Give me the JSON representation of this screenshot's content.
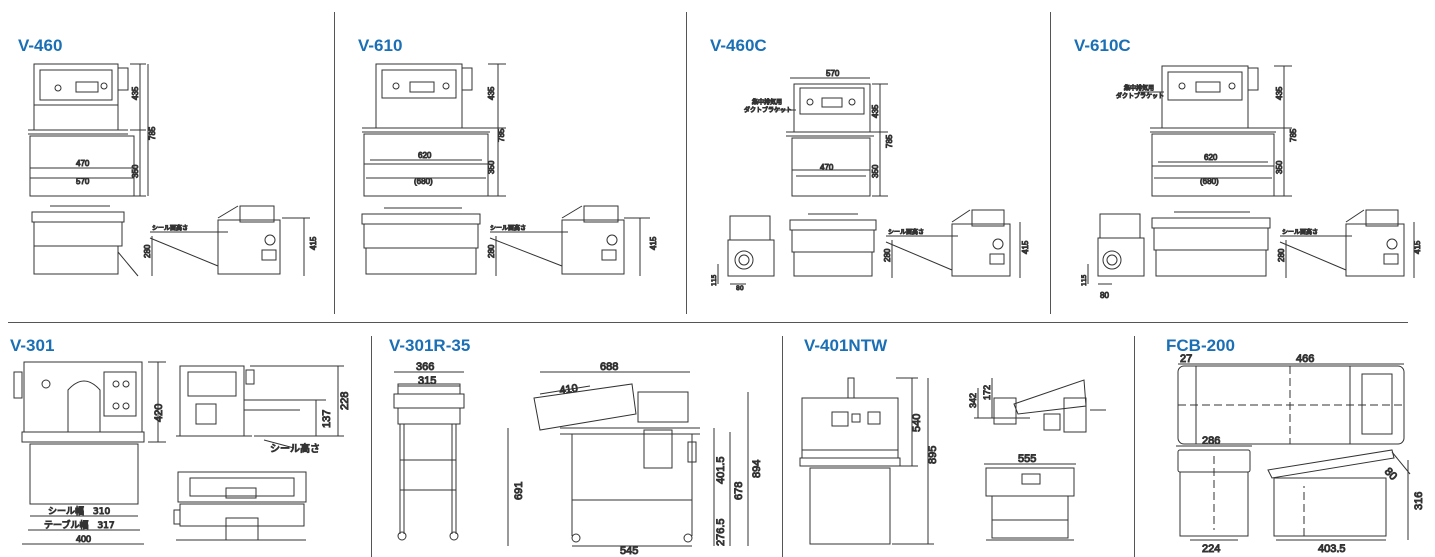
{
  "colors": {
    "title": "#1a6fb5",
    "line": "#333333"
  },
  "models": {
    "v460": {
      "name": "V-460",
      "d435": "435",
      "d785": "785",
      "d350": "350",
      "d470": "470",
      "d570": "570",
      "seal_label": "シール面高さ",
      "d280": "280",
      "d415": "415"
    },
    "v610": {
      "name": "V-610",
      "d435": "435",
      "d785": "785",
      "d350": "350",
      "d620": "620",
      "d680": "(680)",
      "seal_label": "シール面高さ",
      "d280": "280",
      "d415": "415"
    },
    "v460c": {
      "name": "V-460C",
      "d570": "570",
      "duct_label_1": "集中排気用",
      "duct_label_2": "ダクトブラケット",
      "d435": "435",
      "d785": "785",
      "d350": "350",
      "d470": "470",
      "d115": "115",
      "d80": "80",
      "seal_label": "シール面高さ",
      "d280": "280",
      "d415": "415"
    },
    "v610c": {
      "name": "V-610C",
      "duct_label_1": "集中排気用",
      "duct_label_2": "ダクトブラケット",
      "d435": "435",
      "d785": "785",
      "d350": "350",
      "d620": "620",
      "d680": "(680)",
      "d115": "115",
      "d80": "80",
      "seal_label": "シール面高さ",
      "d280": "280",
      "d415": "415"
    },
    "v301": {
      "name": "V-301",
      "d420": "420",
      "seal_width": "シール幅　310",
      "table_width": "テーブル幅　317",
      "d400": "400",
      "d137": "137",
      "d228": "228",
      "seal_height": "シール高さ"
    },
    "v301r": {
      "name": "V-301R-35",
      "d366": "366",
      "d315": "315",
      "d688": "688",
      "d410": "410",
      "d691": "691",
      "d401": "401.5",
      "d678": "678",
      "d894": "894",
      "d276": "276.5",
      "d545": "545"
    },
    "v401": {
      "name": "V-401NTW",
      "d540": "540",
      "d895": "895",
      "d342": "342",
      "d172": "172",
      "d555": "555"
    },
    "fcb200": {
      "name": "FCB-200",
      "d27": "27",
      "d466": "466",
      "d286": "286",
      "d224": "224",
      "d80": "80",
      "d316": "316",
      "d403": "403.5"
    }
  }
}
